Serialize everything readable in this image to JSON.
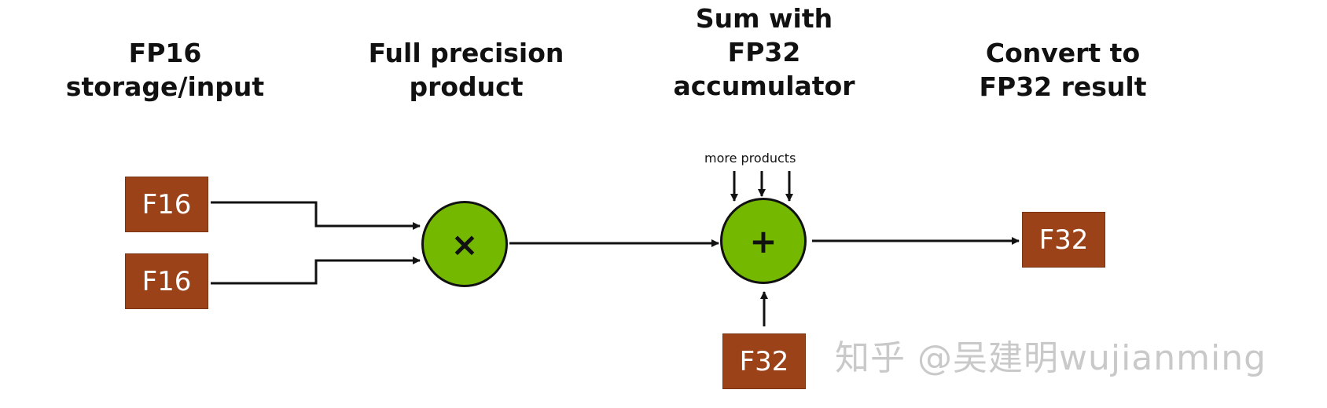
{
  "headings": {
    "storage": [
      "FP16",
      "storage/input"
    ],
    "product": [
      "Full precision",
      "product"
    ],
    "sum": [
      "Sum with",
      "FP32",
      "accumulator"
    ],
    "convert": [
      "Convert to",
      "FP32 result"
    ]
  },
  "inputs": {
    "a": "F16",
    "b": "F16"
  },
  "multiply": {
    "symbol": "×"
  },
  "add": {
    "symbol": "+"
  },
  "more_products": "more products",
  "accumulator_in": "F32",
  "result": "F32",
  "watermark": "知乎 @吴建明wujianming",
  "colors": {
    "box": "#9c4219",
    "op": "#75b800",
    "line": "#111111"
  }
}
